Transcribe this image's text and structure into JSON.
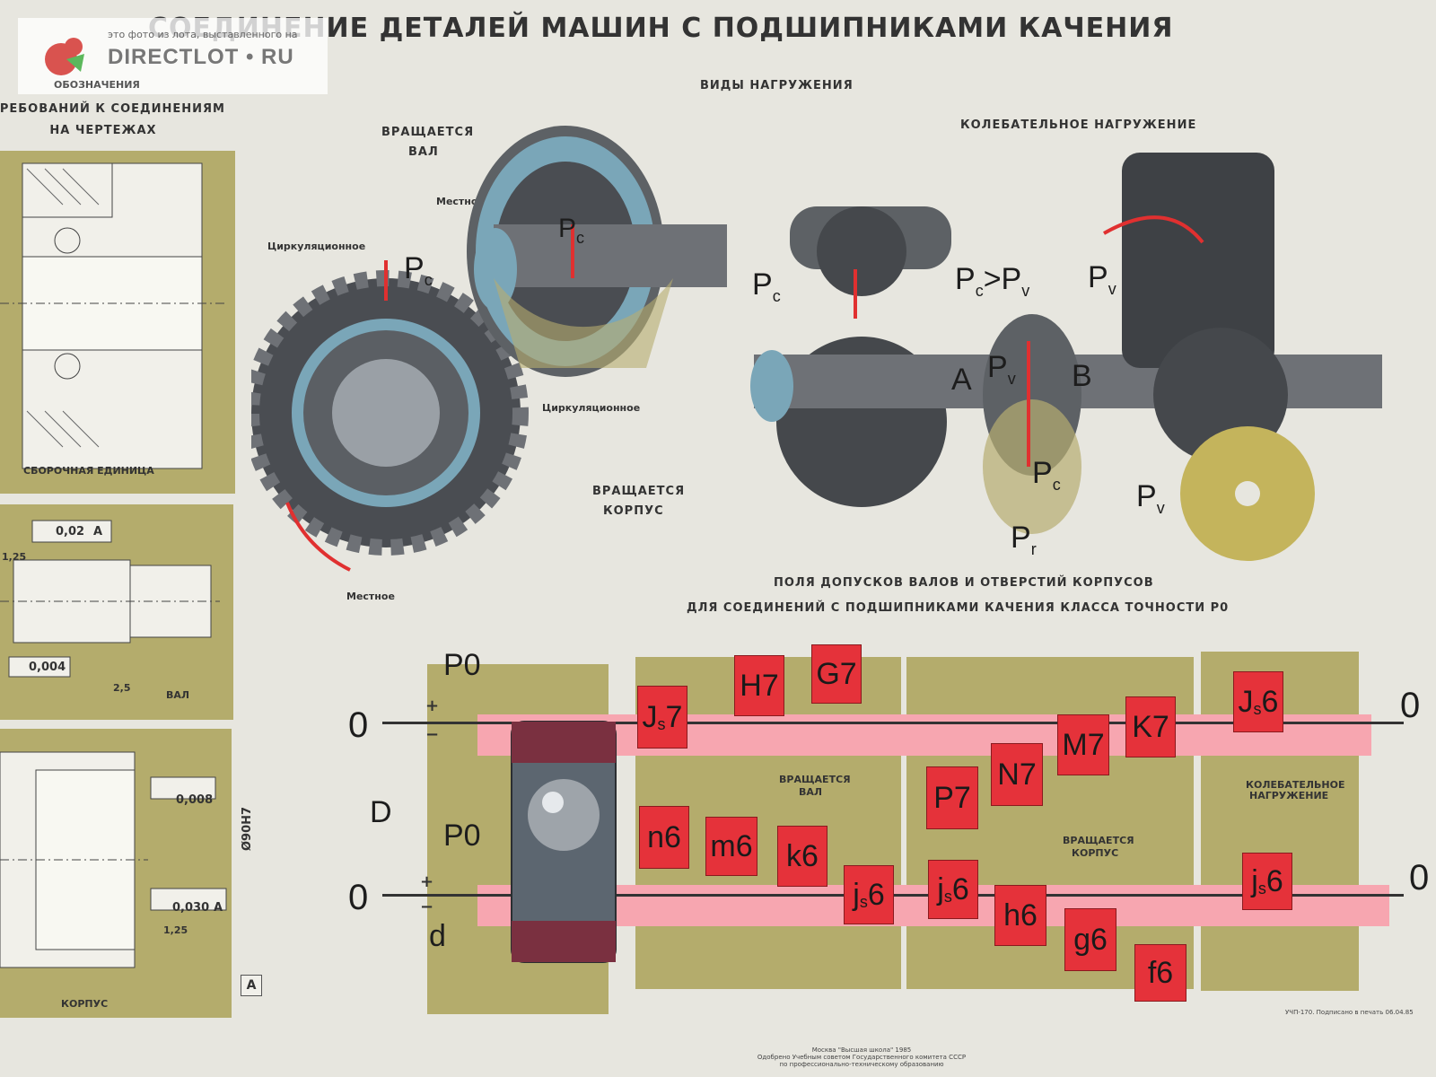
{
  "title": "СОЕДИНЕНИЕ ДЕТАЛЕЙ МАШИН С ПОДШИПНИКАМИ КАЧЕНИЯ",
  "watermark": {
    "site": "DIRECTLOT • RU",
    "note": "это фото из лота, выставленного на",
    "sub": "ОБОЗНАЧЕНИЯ"
  },
  "left_panel": {
    "heading_line1": "ТРЕБОВАНИЙ К СОЕДИНЕНИЯМ",
    "heading_line2": "НА ЧЕРТЕЖАХ",
    "assembly_label": "СБОРОЧНАЯ ЕДИНИЦА",
    "shaft_label": "ВАЛ",
    "housing_label": "КОРПУС",
    "tol_runout_shaft": "0,02",
    "tol_datum": "A",
    "roughness_1": "1,25",
    "roughness_2": "2,5",
    "tol_cyl_shaft": "0,004",
    "tol_cyl_housing": "0,008",
    "tol_runout_housing": "0,030",
    "roughness_3": "1,25",
    "dim_housing": "Ø90H7"
  },
  "loading": {
    "heading": "ВИДЫ НАГРУЖЕНИЯ",
    "rot_shaft": [
      "ВРАЩАЕТСЯ",
      "ВАЛ"
    ],
    "rot_housing": [
      "ВРАЩАЕТСЯ",
      "КОРПУС"
    ],
    "local": "Местное",
    "circulating": "Циркуляционное",
    "circulating2": "Циркуляционное",
    "local2": "Местное",
    "oscillating": "КОЛЕБАТЕЛЬНОЕ НАГРУЖЕНИЕ",
    "pc": "P",
    "pc_sub": "c",
    "pv": "P",
    "pv_sub": "v",
    "pr": "P",
    "pr_sub": "r",
    "compare": "P",
    "A": "A",
    "B": "B"
  },
  "tolerance": {
    "heading1": "ПОЛЯ ДОПУСКОВ ВАЛОВ И ОТВЕРСТИЙ КОРПУСОВ",
    "heading2": "ДЛЯ СОЕДИНЕНИЙ С ПОДШИПНИКАМИ КАЧЕНИЯ КЛАССА ТОЧНОСТИ Р0",
    "zero": "0",
    "P0": "P0",
    "D": "D",
    "d": "d",
    "plus": "+",
    "minus": "−",
    "section_shaft": [
      "ВРАЩАЕТСЯ",
      "ВАЛ"
    ],
    "section_housing": [
      "ВРАЩАЕТСЯ",
      "КОРПУС"
    ],
    "section_osc": [
      "КОЛЕБАТЕЛЬНОЕ",
      "НАГРУЖЕНИЕ"
    ],
    "hole_tags": {
      "Js7": "J",
      "H7": "H7",
      "G7": "G7",
      "M7": "M7",
      "K7": "K7",
      "N7": "N7",
      "P7": "P7",
      "Js6": "J"
    },
    "shaft_tags": {
      "n6": "n6",
      "m6": "m6",
      "k6": "k6",
      "js6": "j",
      "h6": "h6",
      "g6": "g6",
      "f6": "f6"
    }
  },
  "footer": {
    "publisher": "Москва \"Высшая школа\" 1985",
    "approval": "Одобрено Учебным советом Государственного комитета СССР",
    "approval2": "по профессионально-техническому образованию",
    "code": "УЧП-170. Подписано в печать 06.04.85"
  }
}
